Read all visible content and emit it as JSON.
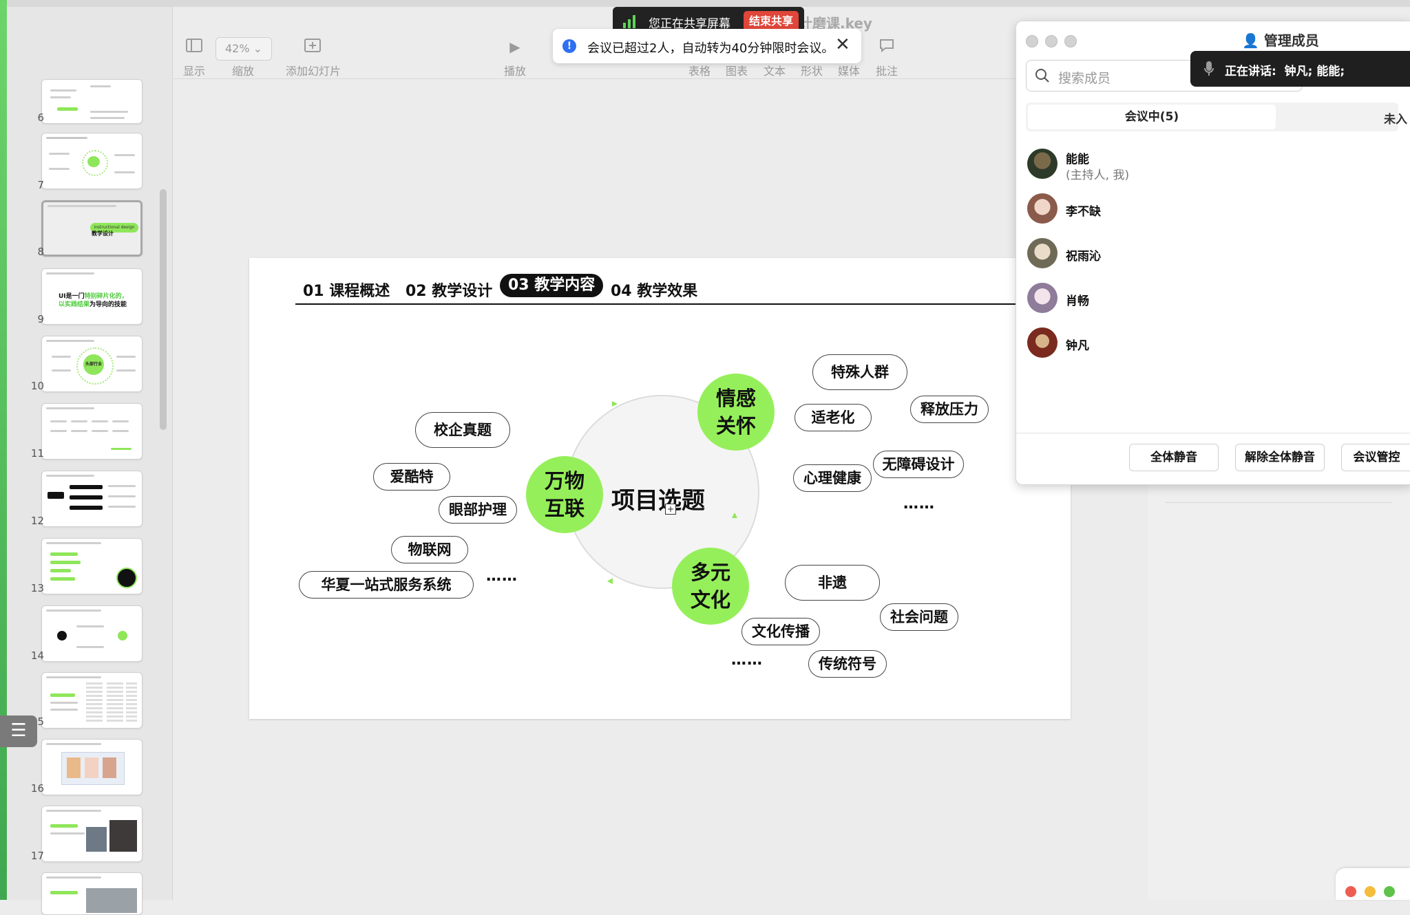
{
  "app": {
    "window_title": "计磨课.key"
  },
  "share": {
    "status": "您正在共享屏幕",
    "stop_label": "结束共享"
  },
  "notice": {
    "text": "会议已超过2人，自动转为40分钟限时会议。"
  },
  "toolbar": {
    "view": "显示",
    "zoom_value": "42%",
    "zoom": "缩放",
    "add_slide": "添加幻灯片",
    "play": "播放",
    "table": "表格",
    "chart": "图表",
    "text": "文本",
    "shape": "形状",
    "media": "媒体",
    "comment": "批注"
  },
  "slides": {
    "numbers": [
      "6",
      "7",
      "8",
      "9",
      "10",
      "11",
      "12",
      "13",
      "14",
      "15",
      "16",
      "17"
    ],
    "slide8_text": "教学设计",
    "slide8_tag": "instructional design",
    "slide9_line1a": "UI是一门",
    "slide9_line1b": "特别碎片化的，",
    "slide9_line2a": "以实践结果",
    "slide9_line2b": "为导向的技能",
    "slide10_center": "头部行业APP"
  },
  "slide": {
    "nav": [
      "01 课程概述",
      "02 教学设计",
      "03 教学内容",
      "04 教学效果"
    ],
    "center": "项目选题",
    "hubs": {
      "iot": "万物互联",
      "care": "情感关怀",
      "culture": "多元文化"
    },
    "iot_items": [
      "校企真题",
      "爱酷特",
      "眼部护理",
      "物联网",
      "华夏一站式服务系统"
    ],
    "care_items": [
      "特殊人群",
      "适老化",
      "释放压力",
      "心理健康",
      "无障碍设计"
    ],
    "culture_items": [
      "非遗",
      "社会问题",
      "文化传播",
      "传统符号"
    ],
    "ellipsis": "……"
  },
  "panel": {
    "title": "管理成员",
    "search_placeholder": "搜索成员",
    "speaking_label": "正在讲话:",
    "speaking_names": "钟凡; 能能;",
    "tab_in_meeting": "会议中(5)",
    "tab_not_joined": "未入",
    "members": [
      {
        "name": "能能",
        "role": "(主持人, 我)"
      },
      {
        "name": "李不缺"
      },
      {
        "name": "祝雨沁"
      },
      {
        "name": "肖畅"
      },
      {
        "name": "钟凡"
      }
    ],
    "buttons": {
      "mute_all": "全体静音",
      "unmute_all": "解除全体静音",
      "control": "会议管控"
    }
  },
  "colors": {
    "accent_green": "#95ef5a",
    "share_red": "#e0463a",
    "notice_blue": "#2f6ff2"
  }
}
